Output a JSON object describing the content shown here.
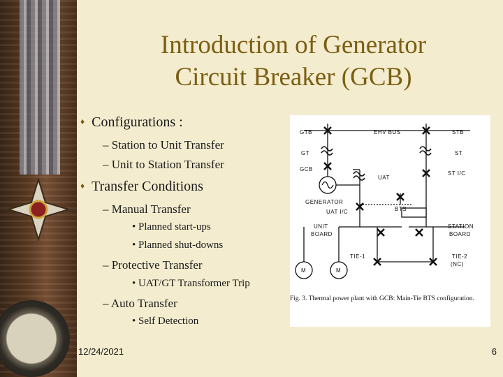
{
  "slide": {
    "title_line1": "Introduction of Generator",
    "title_line2": "Circuit Breaker (GCB)",
    "date": "12/24/2021",
    "page_number": "6"
  },
  "bullets": {
    "configurations": "Configurations :",
    "config_items": [
      "Station to Unit Transfer",
      "Unit to Station Transfer"
    ],
    "transfer_conditions": "Transfer Conditions",
    "manual_transfer": "Manual Transfer",
    "manual_items": [
      "Planned start-ups",
      "Planned shut-downs"
    ],
    "protective_transfer": "Protective Transfer",
    "protective_items": [
      "UAT/GT Transformer Trip"
    ],
    "auto_transfer": "Auto Transfer",
    "auto_items": [
      "Self Detection"
    ]
  },
  "diagram": {
    "labels": {
      "gtb": "GTB",
      "ehv_bus": "EHV BUS",
      "stb": "STB",
      "gt": "GT",
      "st": "ST",
      "gcb": "GCB",
      "st_ic": "ST I/C",
      "uat": "UAT",
      "generator": "GENERATOR",
      "bts": "BTS",
      "uat_ic": "UAT I/C",
      "unit": "UNIT",
      "board": "BOARD",
      "station": "STATION",
      "board2": "BOARD",
      "tie1": "TIE-1",
      "tie2": "TIE-2",
      "nc": "(NC)",
      "m1": "M",
      "m2": "M"
    },
    "caption": "Fig. 3. Thermal power plant with GCB: Main-Tie BTS configuration."
  }
}
